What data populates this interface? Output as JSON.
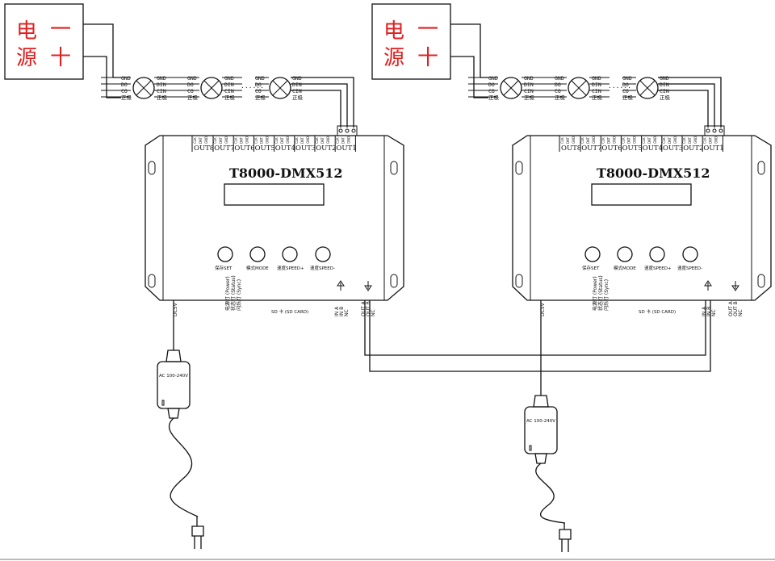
{
  "power_supply": {
    "char1": "电",
    "char2": "源",
    "minus": "一",
    "plus": "十"
  },
  "pixels": {
    "left_labels": [
      "GND",
      "DO",
      "CO",
      "正极"
    ],
    "right_labels": [
      "GND",
      "DIN",
      "CIN",
      "正极"
    ],
    "ellipsis": "......"
  },
  "controller": {
    "title": "T8000-DMX512",
    "outputs": [
      "OUT8",
      "OUT7",
      "OUT6",
      "OUT5",
      "OUT4",
      "OUT3",
      "OUT2",
      "OUT1"
    ],
    "pin_labels": [
      "CLK",
      "DAT",
      "GND"
    ],
    "buttons": [
      "保存SET",
      "模式MODE",
      "速度SPEED+",
      "速度SPEED-"
    ],
    "dc_label": "DC5V",
    "leds": [
      "电源灯 (Power)",
      "状态灯 (Status)",
      "闪烁灯 (Sync)"
    ],
    "sd_label": "SD 卡 (SD CARD)",
    "in_labels": [
      "IN A",
      "IN B",
      "NC"
    ],
    "out_labels": [
      "OUT A",
      "OUT B",
      "NC"
    ]
  },
  "adapter": {
    "label": "AC 100-240V"
  }
}
